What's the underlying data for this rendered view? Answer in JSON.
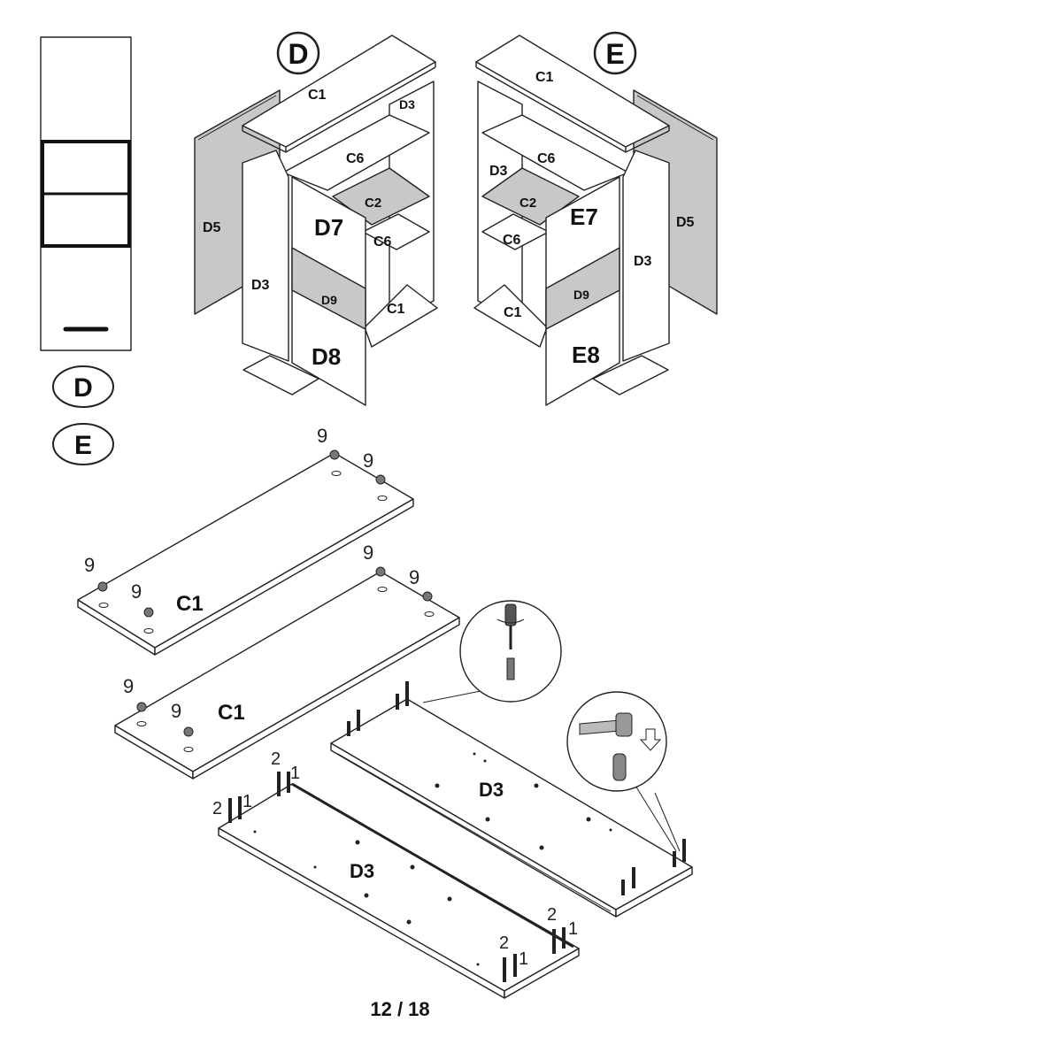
{
  "variants": [
    "D",
    "E"
  ],
  "assembly_d": {
    "badge": "D",
    "labels": {
      "top": "C1",
      "side_back": "D5",
      "side_front": "D3",
      "back_upright": "D3",
      "shelf_top": "C6",
      "glass_top": "C2",
      "shelf_mid": "C6",
      "door_top": "D7",
      "glass_door": "D9",
      "door_bottom": "D8",
      "bottom": "C1"
    }
  },
  "assembly_e": {
    "badge": "E",
    "labels": {
      "top": "C1",
      "side_back": "D5",
      "side_front": "D3",
      "back_upright": "D3",
      "shelf_top": "C6",
      "glass_top": "C2",
      "shelf_mid": "C6",
      "door_top": "E7",
      "glass_door": "D9",
      "door_bottom": "E8",
      "bottom": "C1"
    }
  },
  "parts": {
    "panel_c1_upper": "C1",
    "panel_c1_lower": "C1",
    "panel_d3_left": "D3",
    "panel_d3_right": "D3"
  },
  "fittings": {
    "cam": "9",
    "dowel": "1",
    "bolt": "2"
  },
  "page_number": "12 / 18"
}
